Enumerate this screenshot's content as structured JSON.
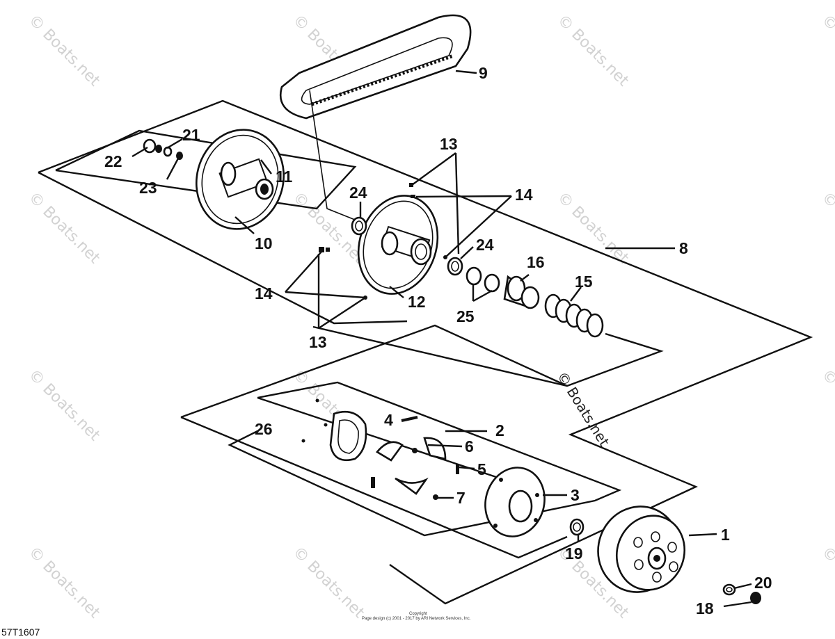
{
  "watermark": {
    "text": "© Boats.net"
  },
  "footer": {
    "copyright_label": "Copyright",
    "page_design": "Page design (c) 2001 - 2017 by ARI Network Services, Inc."
  },
  "diagram_code": "57T1607",
  "callouts": {
    "n1": "1",
    "n2": "2",
    "n3": "3",
    "n4": "4",
    "n5": "5",
    "n6": "6",
    "n7": "7",
    "n8": "8",
    "n9": "9",
    "n10": "10",
    "n11": "11",
    "n12": "12",
    "n13a": "13",
    "n13b": "13",
    "n14a": "14",
    "n14b": "14",
    "n15": "15",
    "n16": "16",
    "n18": "18",
    "n19": "19",
    "n20": "20",
    "n21": "21",
    "n22": "22",
    "n23": "23",
    "n24a": "24",
    "n24b": "24",
    "n25": "25",
    "n26": "26"
  }
}
